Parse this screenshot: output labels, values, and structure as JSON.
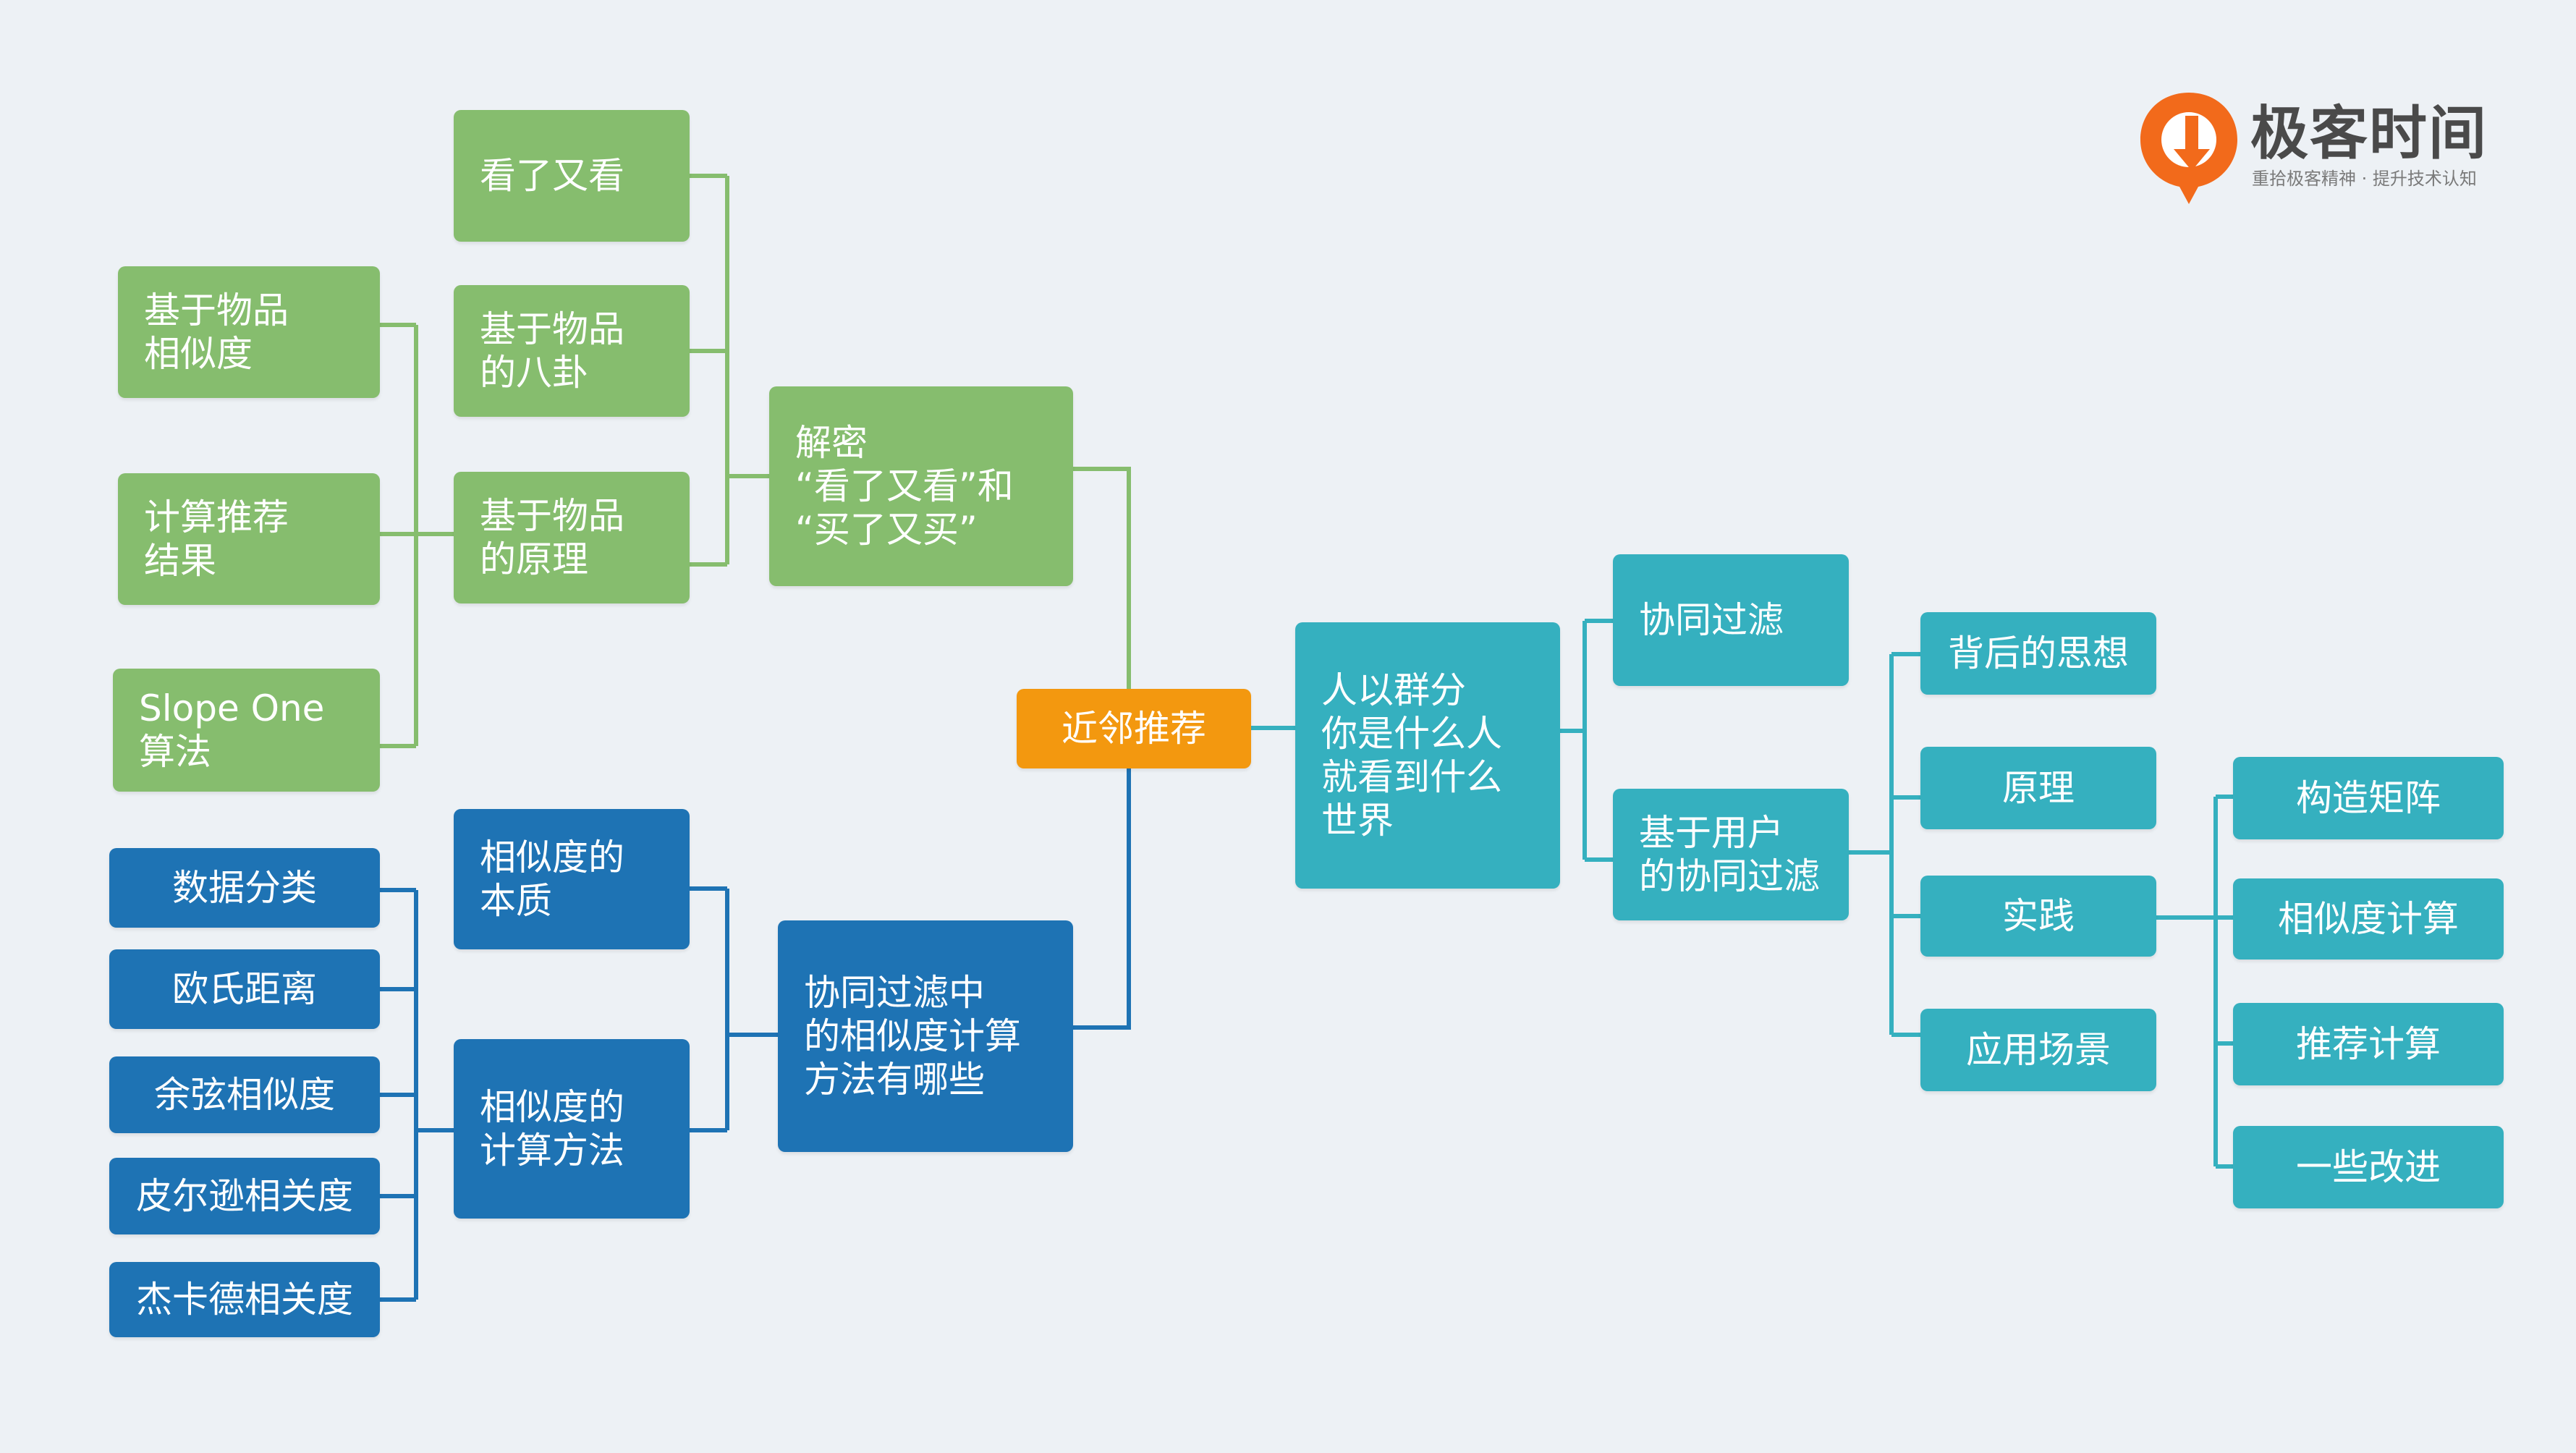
{
  "colors": {
    "background": "#edf1f5",
    "green": "#86bd6e",
    "blue": "#1e73b4",
    "teal": "#35b0bf",
    "orange": "#f3980f",
    "brand": "#f26a1b"
  },
  "brand": {
    "name": "极客时间",
    "slogan": "重拾极客精神 · 提升技术认知",
    "icon": "geektime-logo-icon"
  },
  "root": {
    "label": "近邻推荐"
  },
  "green": {
    "decrypt": "解密\n“看了又看”和\n“买了又买”",
    "looked_again": "看了又看",
    "item_gossip": "基于物品\n的八卦",
    "item_principle": "基于物品\n的原理",
    "item_similarity": "基于物品\n相似度",
    "compute_result": "计算推荐\n结果",
    "slope_one": "Slope One\n算法"
  },
  "blue": {
    "cf_similarity": "协同过滤中\n的相似度计算\n方法有哪些",
    "essence": "相似度的\n本质",
    "methods": "相似度的\n计算方法",
    "data_classification": "数据分类",
    "euclidean": "欧氏距离",
    "cosine": "余弦相似度",
    "pearson": "皮尔逊相关度",
    "jaccard": "杰卡德相关度"
  },
  "teal": {
    "birds": "人以群分\n你是什么人\n就看到什么\n世界",
    "collab_filter": "协同过滤",
    "user_cf": "基于用户\n的协同过滤",
    "thought": "背后的思想",
    "principle": "原理",
    "practice": "实践",
    "scenario": "应用场景",
    "build_matrix": "构造矩阵",
    "similarity_calc": "相似度计算",
    "recommend_calc": "推荐计算",
    "improvements": "一些改进"
  }
}
